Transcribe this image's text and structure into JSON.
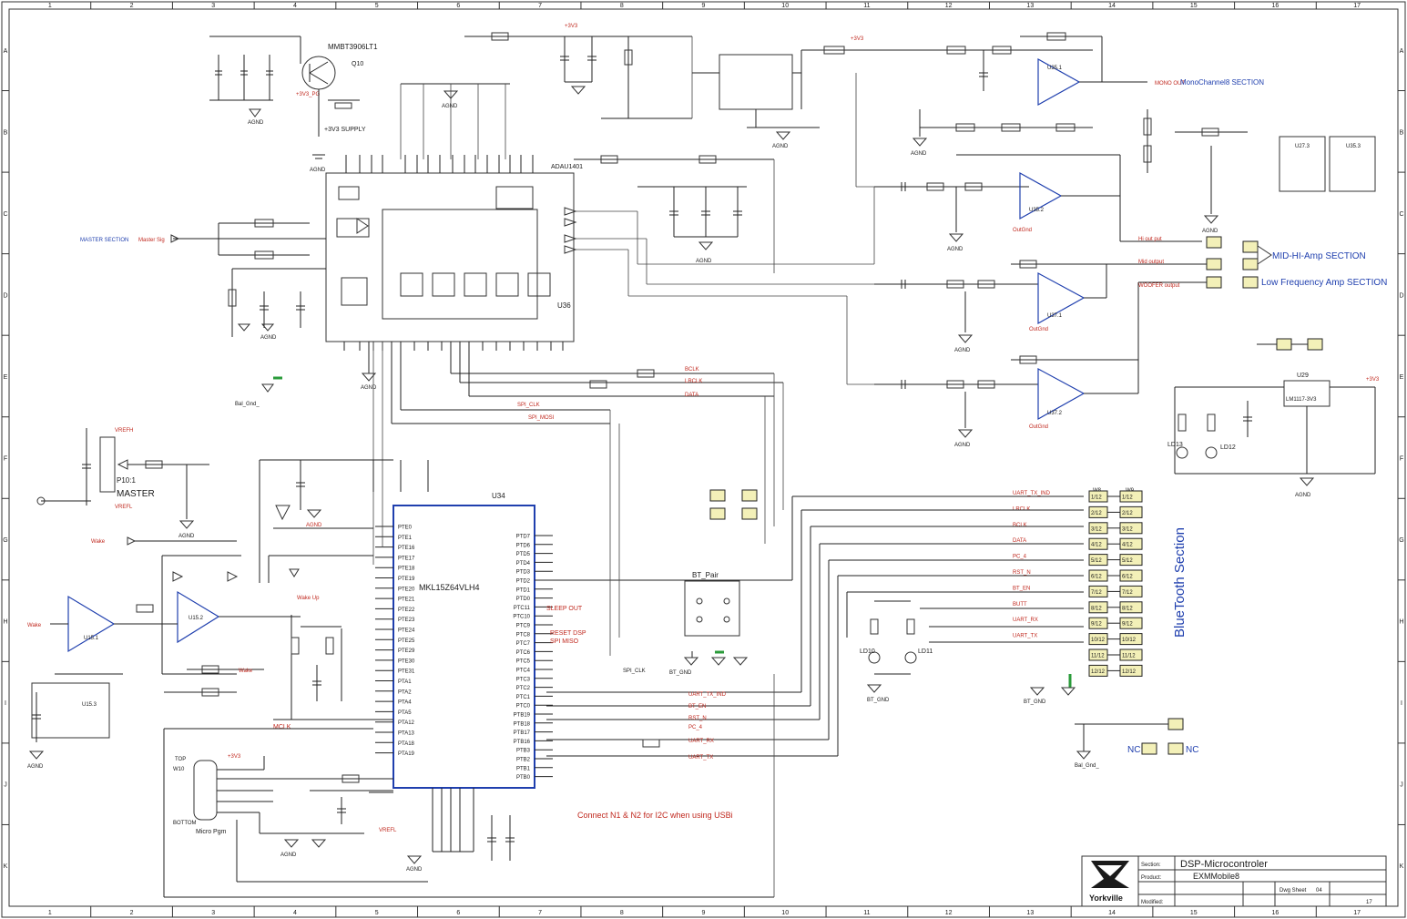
{
  "border": {
    "columns": [
      "1",
      "2",
      "3",
      "4",
      "5",
      "6",
      "7",
      "8",
      "9",
      "10",
      "11",
      "12",
      "13",
      "14",
      "15",
      "16",
      "17"
    ],
    "rows": [
      "A",
      "B",
      "C",
      "D",
      "E",
      "F",
      "G",
      "H",
      "I",
      "J",
      "K"
    ]
  },
  "title_block": {
    "section_label": "Section:",
    "section_value": "DSP-Microcontroler",
    "product_label": "Product:",
    "product_value": "EXMMobile8",
    "brand": "Yorkville",
    "modified_label": "Modified:",
    "sheet_label": "Dwg Sheet",
    "sheet_no": "04",
    "sheet_total": "17"
  },
  "sections": {
    "mono": "MonoChannel8 SECTION",
    "mid_hi": "MID-HI-Amp SECTION",
    "low_freq": "Low Frequency Amp SECTION",
    "master_section": "MASTER SECTION",
    "bluetooth": "BlueTooth Section"
  },
  "parts": {
    "u36": "U36",
    "u34": "U34",
    "u34_part": "MKL15Z64VLH4",
    "dsp_part": "ADAU1401",
    "transistor": "MMBT3906LT1",
    "q10": "Q10",
    "reg_3v3": "+3V3 SUPPLY",
    "u29": "U29",
    "u29_part": "LM1117-3V3",
    "u35": "U35.1",
    "u35b": "U35.2",
    "u37": "U37.1",
    "u37b": "U37.2",
    "u15": "U15.3",
    "u15_1": "U15.1",
    "u15_2": "U15.2",
    "bt_pair": "BT_Pair",
    "master_pot": "MASTER",
    "p10": "P10:1",
    "micro_pgm": "Micro Pgm",
    "ld13": "LD13",
    "ld12": "LD12",
    "ld10": "LD10",
    "ld11": "LD11",
    "u27": "U27.3",
    "u35_3": "U35.3"
  },
  "nets": {
    "master_sig": "Master Sig",
    "bclk": "BCLK",
    "lrclk": "LRCLK",
    "data": "DATA",
    "spi_clk": "SPI_CLK",
    "spi_mosi": "SPI_MOSI",
    "uart_tx_ind": "UART_TX_IND",
    "bt_en": "BT_EN",
    "rst_n": "RST_N",
    "pc_4": "PC_4",
    "uart_rx": "UART_RX",
    "uart_tx": "UART_TX",
    "mclk": "MCLK",
    "sleep_out": "SLEEP OUT",
    "reset_dsp": "RESET DSP",
    "spi_miso": "SPI MISO",
    "bt_gnd": "BT_GND",
    "bal_gnd": "Bal_Gnd_",
    "agnd": "AGND",
    "outgnd": "OutGnd",
    "mono_out": "MONO OUT",
    "hi_out": "Hi out put",
    "mid_out": "Mid output",
    "woofer_out": "WOOFER output",
    "v3v3": "+3V3",
    "v3v3_pgm": "+3V3_PG",
    "vrefh": "VREFH",
    "vrefl": "VREFL",
    "wake": "Wake",
    "wake_up": "Wake Up",
    "nc1": "NC",
    "nc2": "NC"
  },
  "bt_connector": {
    "header": "W8",
    "header2": "W9",
    "pins": [
      "1/12",
      "2/12",
      "3/12",
      "4/12",
      "5/12",
      "6/12",
      "7/12",
      "8/12",
      "9/12",
      "10/12",
      "11/12",
      "12/12"
    ],
    "labels": [
      "UART_TX_IND",
      "LRCLK",
      "BCLK",
      "DATA",
      "PC_4",
      "RST_N",
      "BT_EN",
      "BUTT",
      "UART_RX",
      "UART_TX",
      "",
      ""
    ]
  },
  "mcu_pins_left": [
    "PTE0",
    "PTE1",
    "PTE16",
    "PTE17",
    "PTE18",
    "PTE19",
    "PTE20",
    "PTE21",
    "PTE22",
    "PTE23",
    "PTE24",
    "PTE25",
    "PTE29",
    "PTE30",
    "PTE31",
    "PTA1",
    "PTA2",
    "PTA4",
    "PTA5",
    "PTA12",
    "PTA13",
    "PTA18",
    "PTA19"
  ],
  "mcu_pins_right": [
    "PTD7",
    "PTD6",
    "PTD5",
    "PTD4",
    "PTD3",
    "PTD2",
    "PTD1",
    "PTD0",
    "PTC11",
    "PTC10",
    "PTC9",
    "PTC8",
    "PTC7",
    "PTC6",
    "PTC5",
    "PTC4",
    "PTC3",
    "PTC2",
    "PTC1",
    "PTC0",
    "PTB19",
    "PTB18",
    "PTB17",
    "PTB16",
    "PTB3",
    "PTB2",
    "PTB1",
    "PTB0"
  ],
  "notes": {
    "i2c_note": "Connect N1 & N2 for I2C when using USBi",
    "bottom": "BOTTOM",
    "top": "TOP",
    "w10": "W10"
  },
  "colors": {
    "wire": "#222222",
    "ic_outline": "#1f3fae",
    "power_net": "#c0281e",
    "connector_fill": "#f3f0b8",
    "background": "#ffffff"
  }
}
